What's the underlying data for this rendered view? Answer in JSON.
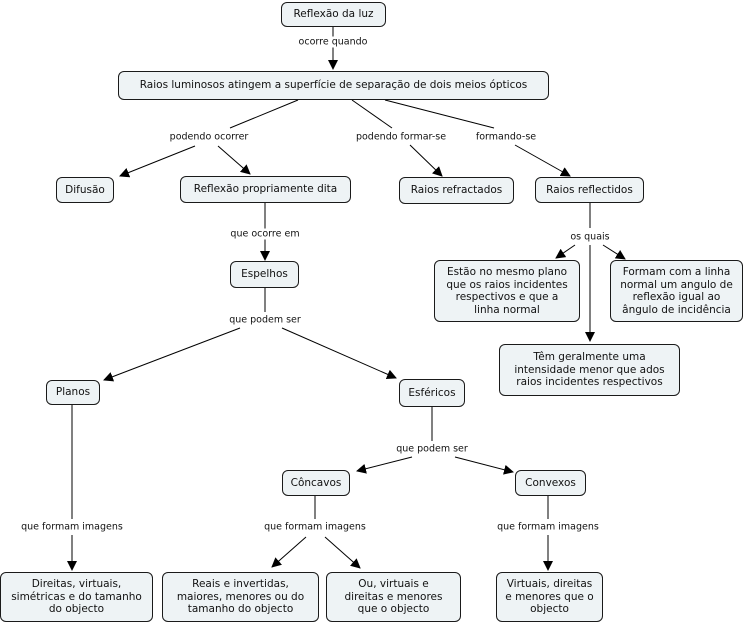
{
  "nodes": {
    "reflexao_luz": "Reflexão da luz",
    "raios_luminosos": "Raios luminosos atingem a superfície de separação de dois meios ópticos",
    "difusao": "Difusão",
    "reflexao_propria": "Reflexão propriamente dita",
    "raios_refractados": "Raios refractados",
    "raios_reflectidos": "Raios reflectidos",
    "espelhos": "Espelhos",
    "mesmo_plano": "Estão no mesmo plano que os raios incidentes respectivos e que a linha normal",
    "formam_normal": "Formam com a linha normal um angulo de reflexão igual ao ângulo de incidência",
    "intensidade": "Têm geralmente uma intensidade menor que ados raios incidentes respectivos",
    "planos": "Planos",
    "esfericos": "Esféricos",
    "concavos": "Côncavos",
    "convexos": "Convexos",
    "imagens_planos": "Direitas, virtuais, simétricas e do tamanho do objecto",
    "imagens_reais": "Reais e invertidas, maiores, menores ou do tamanho do objecto",
    "imagens_virtuais_conc": "Ou, virtuais e direitas e menores que o objecto",
    "imagens_convexos": "Virtuais, direitas e menores que o objecto"
  },
  "labels": {
    "ocorre_quando": "ocorre quando",
    "podendo_ocorrer": "podendo ocorrer",
    "podendo_formar": "podendo formar-se",
    "formando": "formando-se",
    "que_ocorre_em": "que ocorre em",
    "os_quais": "os quais",
    "que_podem_ser_1": "que podem ser",
    "que_podem_ser_2": "que podem ser",
    "que_formam_1": "que formam imagens",
    "que_formam_2": "que formam imagens",
    "que_formam_3": "que formam imagens"
  }
}
